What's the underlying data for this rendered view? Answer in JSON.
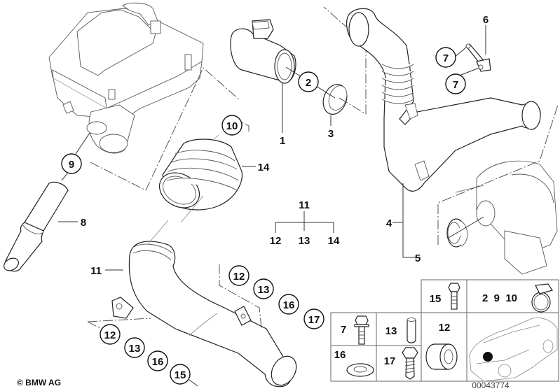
{
  "diagram": {
    "title_ref": "00043774",
    "copyright": "© BMW AG",
    "callouts": {
      "mass_air_flow_sensor": "1",
      "clamp_2": "2",
      "ring_3": "3",
      "intake_pipe_4": "4",
      "seal_5": "5",
      "bracket_6": "6",
      "bolt_7a": "7",
      "bolt_7b": "7",
      "hose_8": "8",
      "clamp_9": "9",
      "clamp_10": "10",
      "bellows_14": "14",
      "pipe_11": "11",
      "tree_11": "11",
      "tree_12": "12",
      "tree_13": "13",
      "tree_14": "14",
      "set_right_12": "12",
      "set_right_13": "13",
      "set_right_16": "16",
      "set_right_17": "17",
      "set_left_12": "12",
      "set_left_13": "13",
      "set_left_16": "16",
      "set_left_15": "15"
    },
    "legend_grid": {
      "bolt_15": "15",
      "clamps": "2  9  10",
      "bolt_7": "7",
      "sleeve_13": "13",
      "grommet_12": "12",
      "washer_16": "16",
      "screw_17": "17"
    }
  }
}
